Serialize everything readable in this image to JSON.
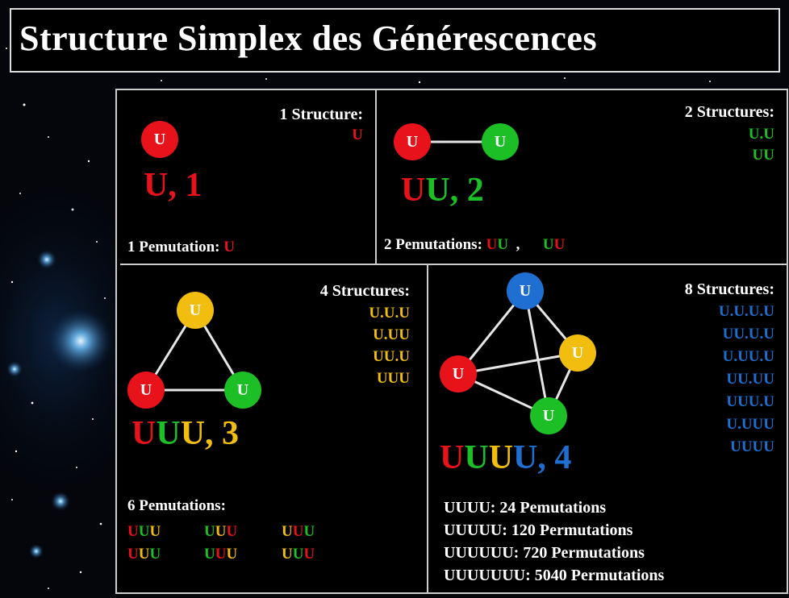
{
  "title": "Structure Simplex des Générescences",
  "panel1": {
    "node": "U",
    "big_label_u": "U",
    "big_label_rest": ", 1",
    "structures_header": "1 Structure:",
    "structures": [
      "U"
    ],
    "perm_label": "1 Pemutation:",
    "perm_value": "U"
  },
  "panel2": {
    "nodes": [
      "U",
      "U"
    ],
    "big_label": [
      "U",
      "U",
      ", 2"
    ],
    "structures_header": "2 Structures:",
    "structures": [
      "U.U",
      "UU"
    ],
    "perm_label": "2 Pemutations:",
    "perm_a": [
      "U",
      "U"
    ],
    "perm_sep": ",",
    "perm_b": [
      "U",
      "U"
    ]
  },
  "panel3": {
    "nodes": [
      "U",
      "U",
      "U"
    ],
    "big_label": [
      "U",
      "U",
      "U",
      ", 3"
    ],
    "structures_header": "4 Structures:",
    "structures": [
      "U.U.U",
      "U.UU",
      "UU.U",
      "UUU"
    ],
    "perm_label": "6 Pemutations:",
    "perms": [
      [
        "U",
        "U",
        "U"
      ],
      [
        "U",
        "U",
        "U"
      ],
      [
        "U",
        "U",
        "U"
      ],
      [
        "U",
        "U",
        "U"
      ],
      [
        "U",
        "U",
        "U"
      ],
      [
        "U",
        "U",
        "U"
      ]
    ]
  },
  "panel4": {
    "nodes": [
      "U",
      "U",
      "U",
      "U"
    ],
    "big_label": [
      "U",
      "U",
      "U",
      "U",
      ", 4"
    ],
    "structures_header": "8 Structures:",
    "structures": [
      "U.U.U.U",
      "UU.U.U",
      "U.UU.U",
      "UU.UU",
      "UUU.U",
      "U.UUU",
      "UUUU"
    ],
    "counts": [
      "UUUU:  24 Pemutations",
      "UUUUU: 120 Permutations",
      "UUUUUU: 720 Permutations",
      "UUUUUUU: 5040 Permutations"
    ]
  },
  "colors": {
    "red": "#e8121b",
    "green": "#1dbf26",
    "yellow": "#f1bd0f",
    "blue": "#1e6fd1"
  }
}
